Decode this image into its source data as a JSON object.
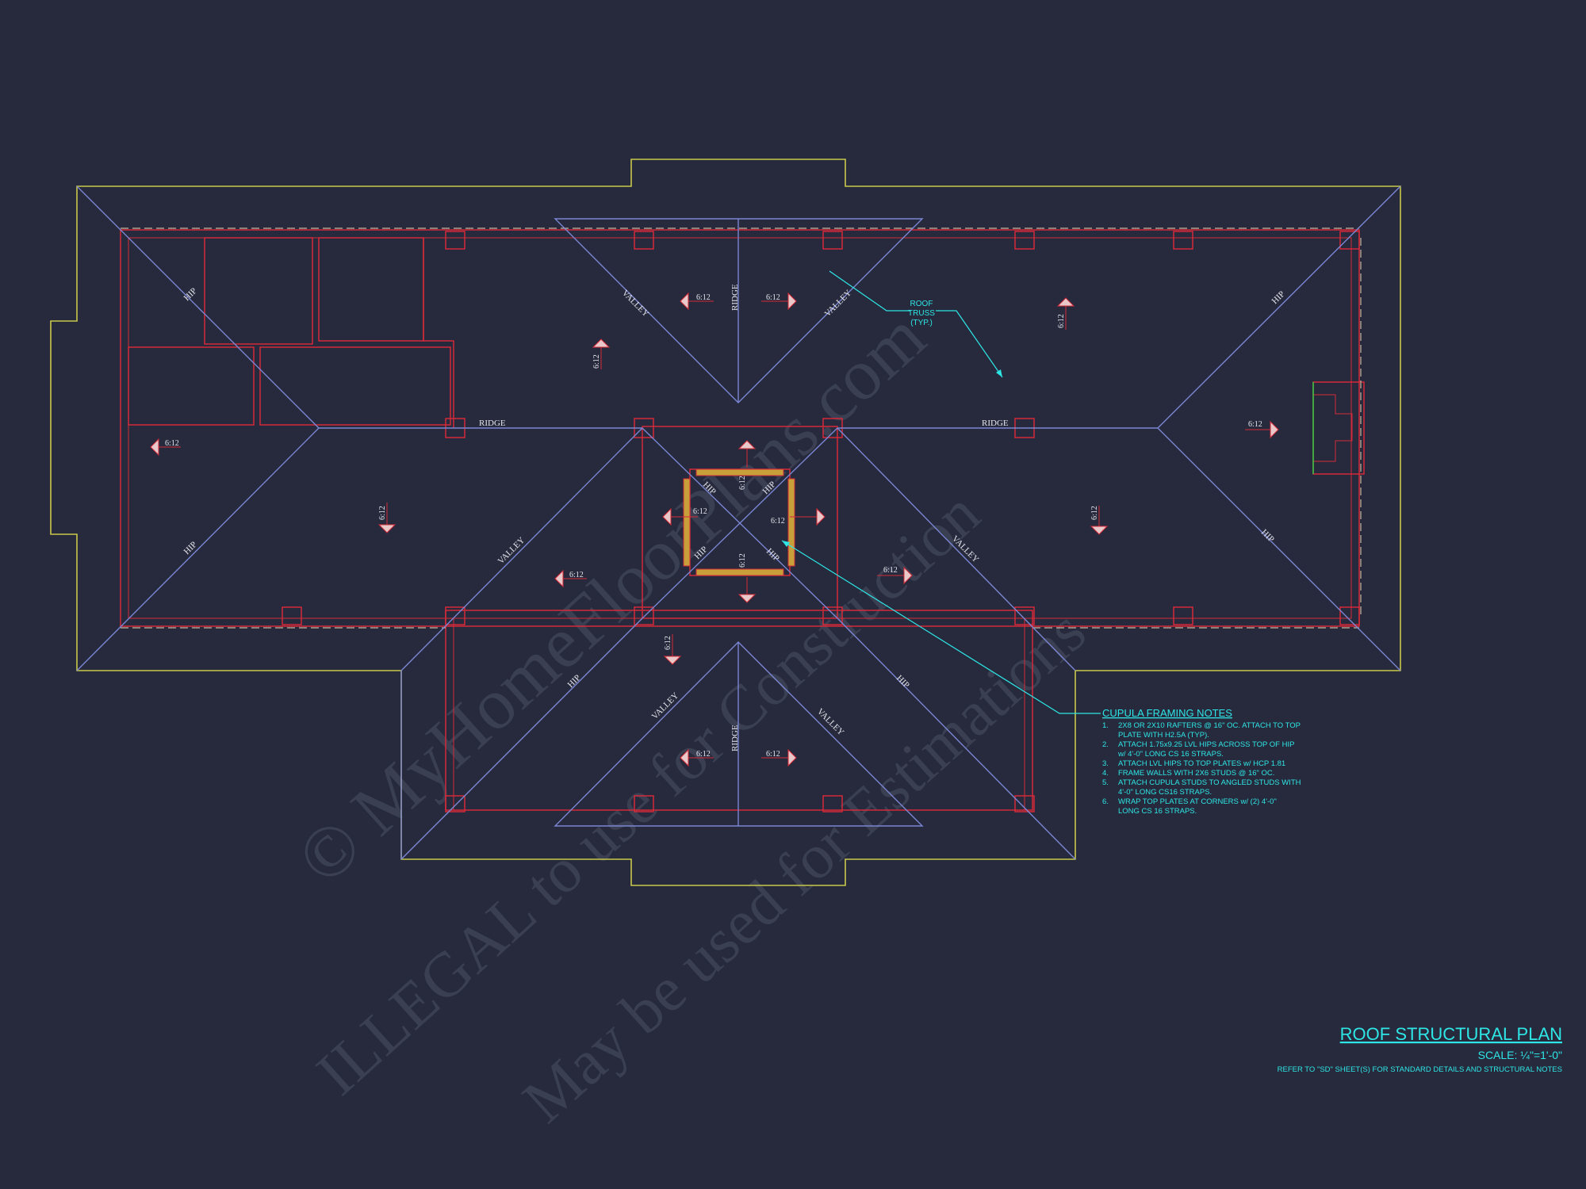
{
  "watermark": {
    "line1": "© MyHomeFloorPlans.com",
    "line2": "ILLEGAL to use for Construction",
    "line3": "May be used for Estimations"
  },
  "labels": {
    "hip": "HIP",
    "valley": "VALLEY",
    "ridge": "RIDGE",
    "slope": "6:12"
  },
  "roof_truss_callout": [
    "ROOF",
    "TRUSS",
    "(TYP.)"
  ],
  "cupula_notes": {
    "title": "CUPULA FRAMING NOTES",
    "items": [
      {
        "num": "1.",
        "lines": [
          "2X8 OR 2X10 RAFTERS @ 16\" OC. ATTACH TO TOP",
          "PLATE WITH H2.5A (TYP)."
        ]
      },
      {
        "num": "2.",
        "lines": [
          "ATTACH 1.75x9.25 LVL HIPS ACROSS TOP OF HIP",
          "w/ 4'-0\" LONG CS 16 STRAPS."
        ]
      },
      {
        "num": "3.",
        "lines": [
          "ATTACH LVL HIPS TO TOP PLATES w/ HCP 1.81"
        ]
      },
      {
        "num": "4.",
        "lines": [
          "FRAME WALLS WITH 2X6 STUDS @ 16\" OC."
        ]
      },
      {
        "num": "5.",
        "lines": [
          "ATTACH CUPULA STUDS TO ANGLED STUDS WITH",
          "4'-0\" LONG CS16 STRAPS."
        ]
      },
      {
        "num": "6.",
        "lines": [
          "WRAP TOP PLATES AT CORNERS w/ (2) 4'-0\"",
          "LONG CS 16 STRAPS."
        ]
      }
    ]
  },
  "title_block": {
    "title": "ROOF STRUCTURAL PLAN",
    "scale": "SCALE: ¼\"=1'-0\"",
    "note": "REFER TO \"SD\" SHEET(S) FOR STANDARD DETAILS AND STRUCTURAL NOTES"
  },
  "colors": {
    "background": "#262a3c",
    "roof_outline": "#c8c84a",
    "walls": "#d42a3a",
    "roof_lines": "#7b86d4",
    "annotation": "#2ee6e6"
  }
}
